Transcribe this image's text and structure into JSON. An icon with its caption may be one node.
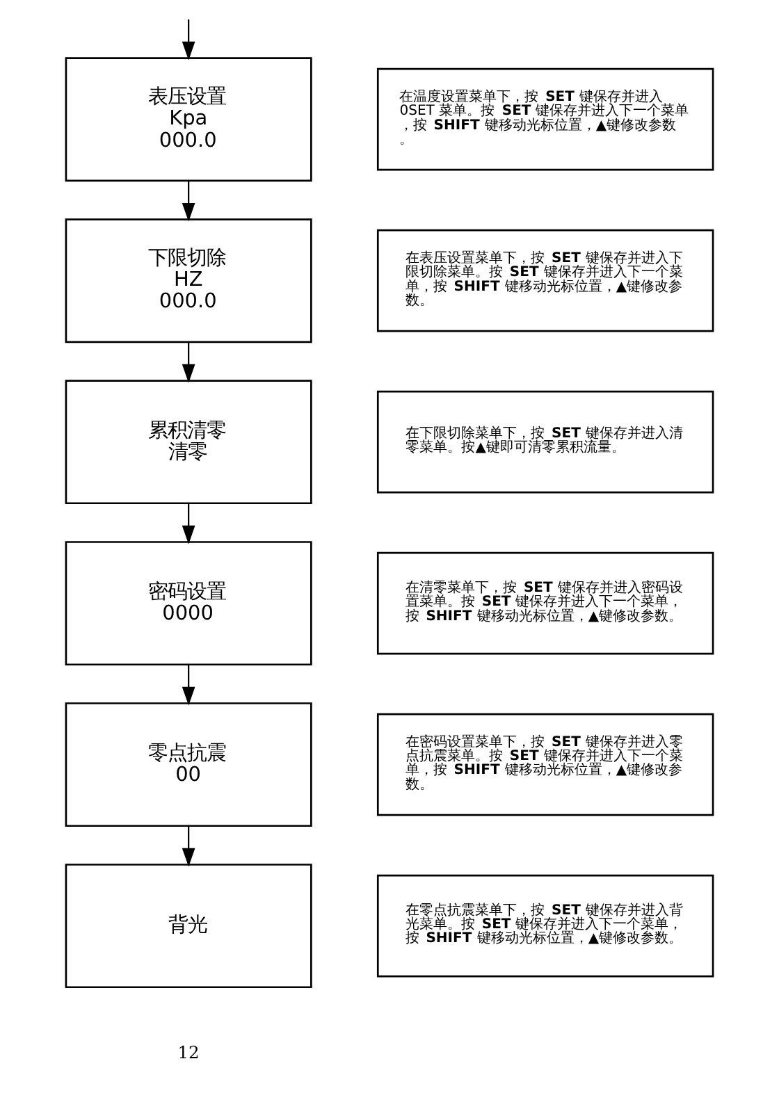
{
  "diagram": {
    "nodes": [
      {
        "text": [
          "表压设置",
          "Kpa",
          "000.0"
        ]
      },
      {
        "text": [
          "在温度设置菜单下，按 **SET** 键保存并进入 0SET 菜单。按 **SET** 键保存并进入下一个菜单，按 **SHIFT** 键移动光标位置，▲键修改参数。"
        ]
      },
      {
        "text": [
          "下限切除",
          "HZ",
          "000.0"
        ]
      },
      {
        "text": [
          "在表压设置菜单下，按 **SET** 键保存并进入下限切除菜单。按 **SET** 键保存并进入下一个菜单，按 **SHIFT** 键移动光标位置，▲键修改参数。"
        ]
      },
      {
        "text": [
          "累积清零",
          "清零"
        ]
      },
      {
        "text": [
          "在下限切除菜单下，按 **SET** 键保存并进入清零菜单。按▲键即可清零累积流量。"
        ]
      },
      {
        "text": [
          "密码设置",
          "0000"
        ]
      },
      {
        "text": [
          "在清零菜单下，按 **SET** 键保存并进入密码设置菜单。按 **SET** 键保存并进入下一个菜单，按 **SHIFT** 键移动光标位置，▲键修改参数。"
        ]
      },
      {
        "text": [
          "零点抗震",
          "00"
        ]
      },
      {
        "text": [
          "在密码设置菜单下，按 **SET** 键保存并进入零点抗震菜单。按 **SET** 键保存并进入下一个菜单，按 **SHIFT** 键移动光标位置，▲键修改参数。"
        ]
      },
      {
        "text": [
          "背光"
        ]
      },
      {
        "text": [
          "在零点抗震菜单下，按 **SET** 键保存并进入背光菜单。按 **SET** 键保存并进入下一个菜单，按 **SHIFT** 键移动光标位置，▲键修改参数。"
        ]
      }
    ],
    "edges": [
      {
        "from": null,
        "to": 0,
        "arrow": "to"
      },
      {
        "from": 0,
        "to": 2,
        "arrow": "to"
      },
      {
        "from": 2,
        "to": 4,
        "arrow": "to"
      },
      {
        "from": 4,
        "to": 6,
        "arrow": "to"
      },
      {
        "from": 6,
        "to": 8,
        "arrow": "to"
      },
      {
        "from": 8,
        "to": 10,
        "arrow": "to"
      }
    ],
    "labels": [
      "12"
    ]
  }
}
